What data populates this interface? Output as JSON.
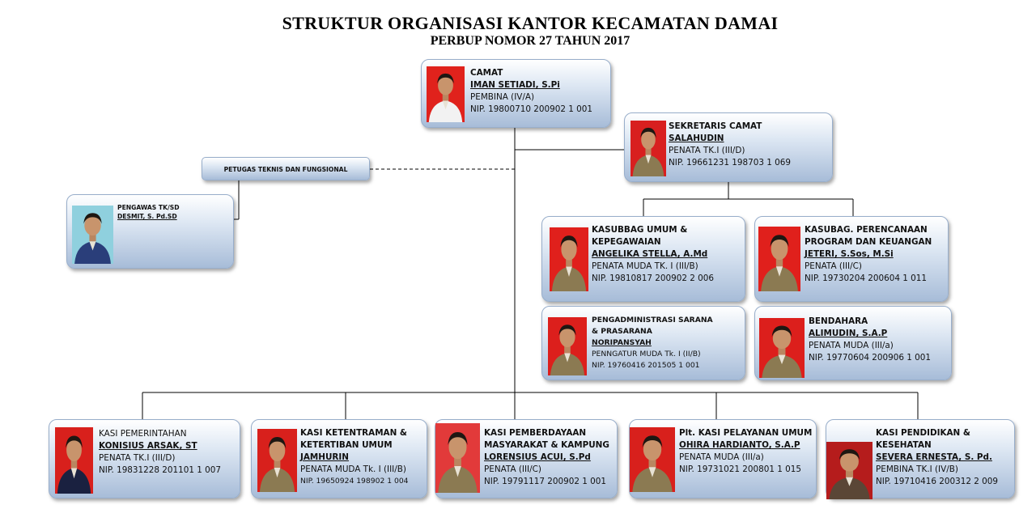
{
  "header": {
    "title": "STRUKTUR ORGANISASI KANTOR KECAMATAN DAMAI",
    "subtitle": "PERBUP NOMOR 27 TAHUN 2017"
  },
  "units": {
    "camat": {
      "position": "CAMAT",
      "name": "IMAN SETIADI, S.Pi",
      "rank": "PEMBINA (IV/A)",
      "nip": "NIP. 19800710 200902 1 001",
      "photo_bg": "#e0221c",
      "uniform": "#f2f2f2"
    },
    "sekcam": {
      "position": "SEKRETARIS CAMAT",
      "name": "SALAHUDIN",
      "rank": "PENATA TK.I (III/D)",
      "nip": "NIP. 19661231 198703 1 069",
      "photo_bg": "#d81f1f",
      "uniform": "#8b7a52"
    },
    "petugas": {
      "label": "PETUGAS TEKNIS DAN FUNGSIONAL"
    },
    "pengawas": {
      "position": "PENGAWAS TK/SD",
      "name": "DESMIT, S. Pd.SD",
      "photo_bg": "#8fd0de",
      "uniform": "#2a3e7a"
    },
    "kasubbag_umum": {
      "position_1": "KASUBBAG UMUM &",
      "position_2": "KEPEGAWAIAN",
      "name": "ANGELIKA STELLA, A.Md",
      "rank": "PENATA MUDA TK. I (III/B)",
      "nip": "NIP. 19810817 200902 2 006",
      "photo_bg": "#e0201c",
      "uniform": "#8b7a52"
    },
    "kasubbag_perencanaan": {
      "position_1": "KASUBAG. PERENCANAAN",
      "position_2": "PROGRAM DAN KEUANGAN",
      "name": "JETERI, S.Sos, M.Si",
      "rank": "PENATA (III/C)",
      "nip": "NIP. 19730204 200604 1 011",
      "photo_bg": "#e0201c",
      "uniform": "#8b7a52"
    },
    "pengadministrasi": {
      "position_1": "PENGADMINISTRASI SARANA",
      "position_2": "& PRASARANA",
      "name": "NORIPANSYAH",
      "rank": "PENNGATUR MUDA Tk. I (II/B)",
      "nip": "NIP. 19760416 201505  1 001",
      "photo_bg": "#dc1f1c",
      "uniform": "#8b7a52"
    },
    "bendahara": {
      "position": "BENDAHARA",
      "name": "ALIMUDIN, S.A.P",
      "rank": "PENATA MUDA (III/a)",
      "nip": "NIP. 19770604 200906 1 001",
      "photo_bg": "#dc1f1c",
      "uniform": "#8b7a52"
    },
    "kasi_pemerintahan": {
      "position": "KASI PEMERINTAHAN",
      "name": "KONISIUS ARSAK, ST",
      "rank": "PENATA TK.I (III/D)",
      "nip": "NIP. 19831228 201101 1 007",
      "photo_bg": "#d8201c",
      "uniform": "#1a2140"
    },
    "kasi_ketentraman": {
      "position_1": "KASI KETENTRAMAN &",
      "position_2": "KETERTIBAN UMUM",
      "name": "JAMHURIN",
      "rank": "PENATA MUDA Tk. I (III/B)",
      "nip": "NIP. 19650924 198902 1 004",
      "photo_bg": "#d8201c",
      "uniform": "#8b7a52"
    },
    "kasi_pemberdayaan": {
      "position_1": "KASI PEMBERDAYAAN",
      "position_2": "MASYARAKAT & KAMPUNG",
      "name": "LORENSIUS ACUI, S.Pd",
      "rank": "PENATA (III/C)",
      "nip": "NIP. 19791117 200902 1 001",
      "photo_bg": "#e23a3a",
      "uniform": "#8b7a52"
    },
    "kasi_pelayanan": {
      "position": "Plt. KASI PELAYANAN UMUM",
      "name": "OHIRA HARDIANTO, S.A.P",
      "rank": "PENATA MUDA (III/a)",
      "nip": "NIP. 19731021 200801 1 015",
      "photo_bg": "#d8201c",
      "uniform": "#8b7a52"
    },
    "kasi_pendidikan": {
      "position_1": "KASI PENDIDIKAN &",
      "position_2": "KESEHATAN",
      "name": "SEVERA ERNESTA, S. Pd.",
      "rank": "PEMBINA  TK.I (IV/B)",
      "nip": "NIP. 19710416 200312 2 009",
      "photo_bg": "#b51c1c",
      "uniform": "#5a4636"
    }
  },
  "colors": {
    "box_border": "#98aecb",
    "connector": "#000000"
  }
}
